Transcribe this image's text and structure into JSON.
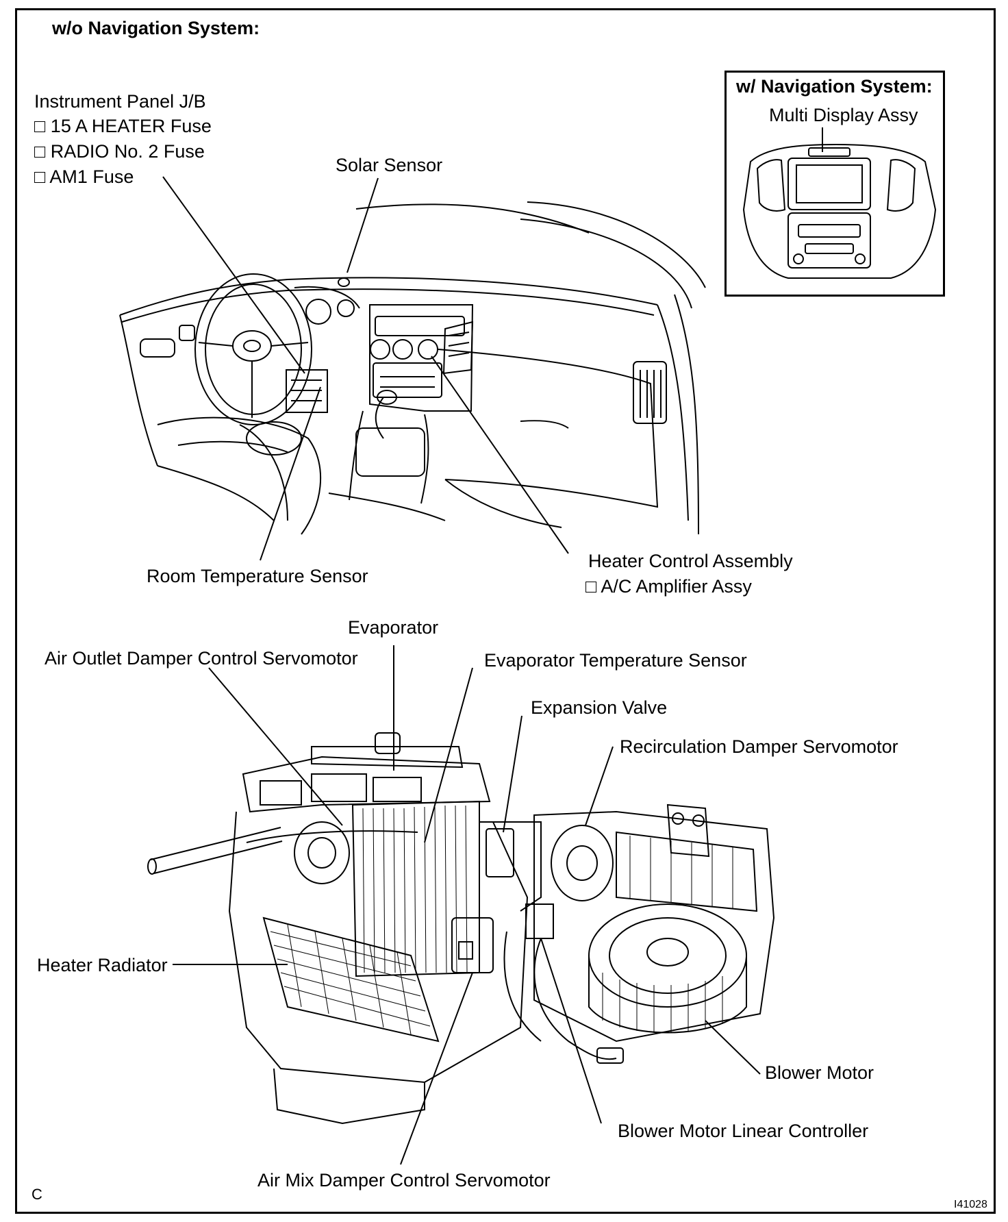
{
  "heading": "w/o Navigation System:",
  "inset": {
    "heading": "w/ Navigation System:",
    "label": "Multi Display Assy"
  },
  "labels": {
    "instrument_panel_jb": "Instrument Panel J/B",
    "fuse_heater": "□ 15 A HEATER Fuse",
    "fuse_radio": "□ RADIO No. 2 Fuse",
    "fuse_am1": "□ AM1 Fuse",
    "solar_sensor": "Solar Sensor",
    "room_temperature_sensor": "Room Temperature Sensor",
    "heater_control_assembly": "Heater Control Assembly",
    "ac_amplifier_assy": "□ A/C Amplifier Assy",
    "evaporator": "Evaporator",
    "air_outlet_damper_servomotor": "Air Outlet Damper Control Servomotor",
    "evaporator_temperature_sensor": "Evaporator Temperature Sensor",
    "expansion_valve": "Expansion Valve",
    "recirculation_damper_servomotor": "Recirculation Damper Servomotor",
    "heater_radiator": "Heater Radiator",
    "blower_motor": "Blower Motor",
    "blower_motor_linear_controller": "Blower Motor Linear Controller",
    "air_mix_damper_servomotor": "Air Mix Damper Control Servomotor"
  },
  "corner_code": "C",
  "figure_id": "I41028"
}
